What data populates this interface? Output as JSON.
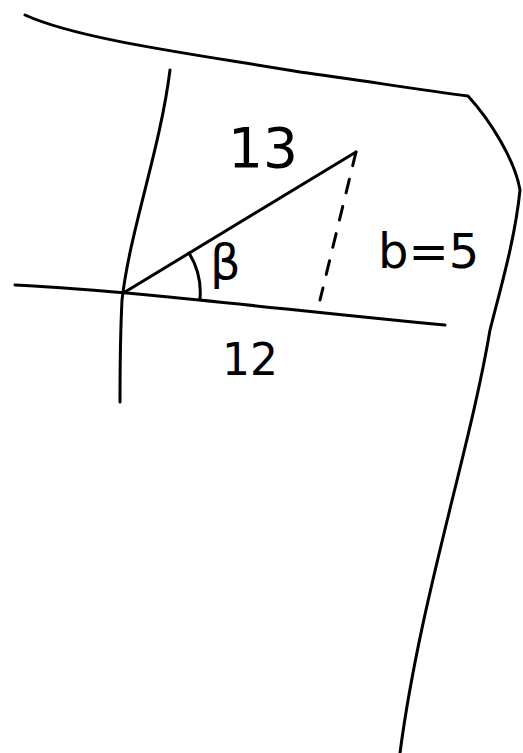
{
  "diagram": {
    "labels": [
      "13",
      "β",
      "b=5",
      "12"
    ]
  }
}
